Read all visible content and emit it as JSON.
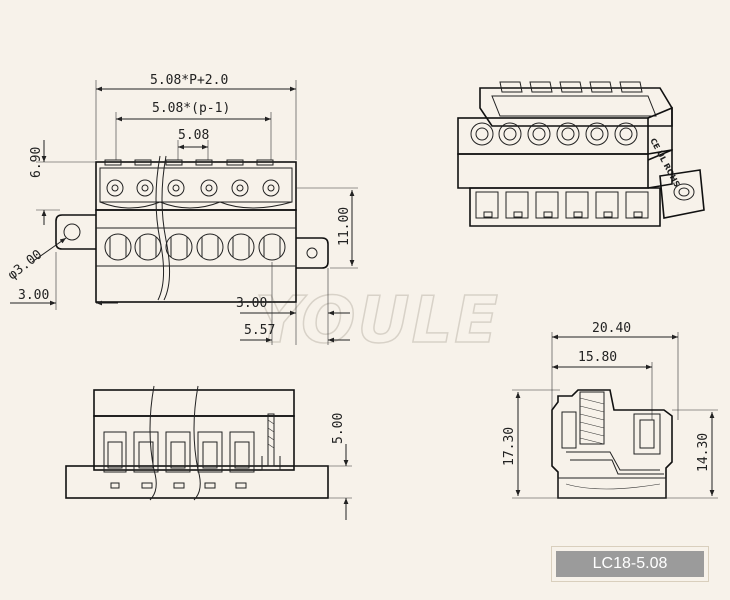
{
  "watermark": "YOULE",
  "part_number": "LC18-5.08",
  "front_view": {
    "dim_overall": "5.08*P+2.0",
    "dim_pitch_total": "5.08*(p-1)",
    "dim_pitch": "5.08",
    "dim_top_height": "6.90",
    "dim_height": "11.00",
    "dim_hole_diameter": "φ3.00",
    "dim_flange_left": "3.00",
    "dim_flange_right": "3.00",
    "dim_flange_offset": "5.57"
  },
  "side_view": {
    "dim_width_overall": "20.40",
    "dim_width_inner": "15.80",
    "dim_height_overall": "17.30",
    "dim_height_inner": "14.30"
  },
  "bottom_view": {
    "dim_height": "5.00"
  },
  "iso_view": {
    "label_text": "CE UL ROHS"
  }
}
